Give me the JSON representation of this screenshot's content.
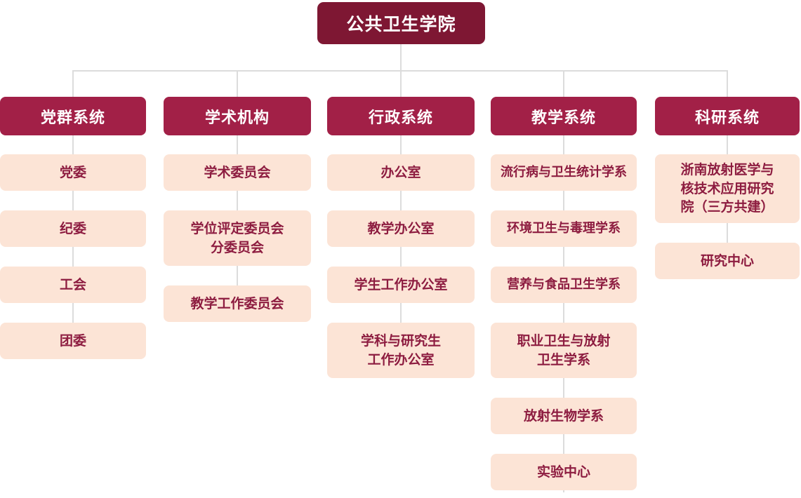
{
  "root": {
    "label": "公共卫生学院"
  },
  "columns": [
    {
      "title": "党群系统",
      "items": [
        {
          "label": "党委"
        },
        {
          "label": "纪委"
        },
        {
          "label": "工会"
        },
        {
          "label": "团委"
        }
      ]
    },
    {
      "title": "学术机构",
      "items": [
        {
          "label": "学术委员会"
        },
        {
          "label": "学位评定委员会\n分委员会"
        },
        {
          "label": "教学工作委员会"
        }
      ]
    },
    {
      "title": "行政系统",
      "items": [
        {
          "label": "办公室"
        },
        {
          "label": "教学办公室"
        },
        {
          "label": "学生工作办公室"
        },
        {
          "label": "学科与研究生\n工作办公室"
        }
      ]
    },
    {
      "title": "教学系统",
      "items": [
        {
          "label": "流行病与卫生统计学系"
        },
        {
          "label": "环境卫生与毒理学系"
        },
        {
          "label": "营养与食品卫生学系"
        },
        {
          "label": "职业卫生与放射\n卫生学系"
        },
        {
          "label": "放射生物学系"
        },
        {
          "label": "实验中心"
        }
      ]
    },
    {
      "title": "科研系统",
      "items": [
        {
          "label": "浙南放射医学与\n核技术应用研究\n院（三方共建）"
        },
        {
          "label": "研究中心"
        }
      ]
    }
  ],
  "colors": {
    "root_bg": "#7e1733",
    "branch_header_bg": "#a22047",
    "item_bg": "#fce4d6",
    "item_text": "#8d1c40",
    "connector_line": "#dcdcdc"
  }
}
